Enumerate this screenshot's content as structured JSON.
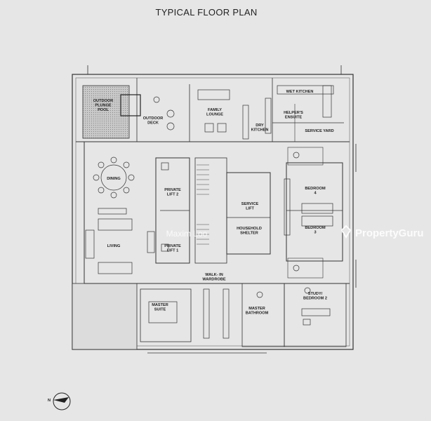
{
  "title": "TYPICAL FLOOR PLAN",
  "watermark_agent": "Maxim Loo",
  "watermark_brand": "PropertyGuru",
  "compass": {
    "label": "N"
  },
  "rooms": {
    "outdoor_plunge_pool": [
      "OUTDOOR",
      "PLUNGE",
      "POOL"
    ],
    "outdoor_deck": [
      "OUTDOOR",
      "DECK"
    ],
    "family_lounge": [
      "FAMILY",
      "LOUNGE"
    ],
    "dry_kitchen": [
      "DRY",
      "KITCHEN"
    ],
    "wet_kitchen": [
      "WET KITCHEN"
    ],
    "helpers_ensuite": [
      "HELPER'S",
      "ENSUITE"
    ],
    "service_yard": [
      "SERVICE YARD"
    ],
    "dining": [
      "DINING"
    ],
    "living": [
      "LIVING"
    ],
    "private_lift_2": [
      "PRIVATE",
      "LIFT 2"
    ],
    "private_lift_1": [
      "PRIVATE",
      "LIFT 1"
    ],
    "service_lift": [
      "SERVICE",
      "LIFT"
    ],
    "household_shelter": [
      "HOUSEHOLD",
      "SHELTER"
    ],
    "bedroom_4": [
      "BEDROOM",
      "4"
    ],
    "bedroom_3": [
      "BEDROOM",
      "3"
    ],
    "walk_in_wardrobe": [
      "WALK- IN",
      "WARDROBE"
    ],
    "master_suite": [
      "MASTER",
      "SUITE"
    ],
    "master_bathroom": [
      "MASTER",
      "BATHROOM"
    ],
    "study_bedroom_2": [
      "STUDY/",
      "BEDROOM 2"
    ]
  }
}
